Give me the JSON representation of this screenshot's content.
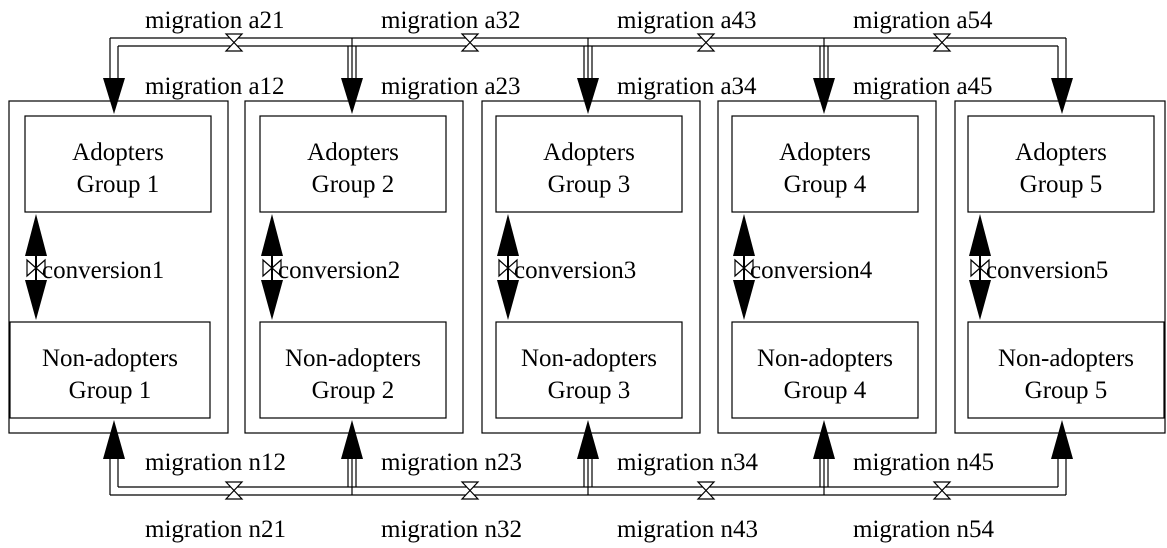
{
  "colors": {
    "ink": "#000000",
    "background": "#ffffff"
  },
  "groups": [
    {
      "adopters_line1": "Adopters",
      "adopters_line2": "Group 1",
      "nonadopters_line1": "Non-adopters",
      "nonadopters_line2": "Group 1",
      "conversion": "conversion1"
    },
    {
      "adopters_line1": "Adopters",
      "adopters_line2": "Group 2",
      "nonadopters_line1": "Non-adopters",
      "nonadopters_line2": "Group 2",
      "conversion": "conversion2"
    },
    {
      "adopters_line1": "Adopters",
      "adopters_line2": "Group 3",
      "nonadopters_line1": "Non-adopters",
      "nonadopters_line2": "Group 3",
      "conversion": "conversion3"
    },
    {
      "adopters_line1": "Adopters",
      "adopters_line2": "Group 4",
      "nonadopters_line1": "Non-adopters",
      "nonadopters_line2": "Group 4",
      "conversion": "conversion4"
    },
    {
      "adopters_line1": "Adopters",
      "adopters_line2": "Group 5",
      "nonadopters_line1": "Non-adopters",
      "nonadopters_line2": "Group 5",
      "conversion": "conversion5"
    }
  ],
  "migration_adopters": {
    "backward": [
      "migration a21",
      "migration a32",
      "migration a43",
      "migration a54"
    ],
    "forward": [
      "migration a12",
      "migration a23",
      "migration a34",
      "migration a45"
    ]
  },
  "migration_nonadopters": {
    "forward": [
      "migration n12",
      "migration n23",
      "migration n34",
      "migration n45"
    ],
    "backward": [
      "migration n21",
      "migration n32",
      "migration n43",
      "migration n54"
    ]
  },
  "icons": {
    "flow_valve": "valve-icon",
    "flow_arrow": "arrowhead-icon"
  }
}
